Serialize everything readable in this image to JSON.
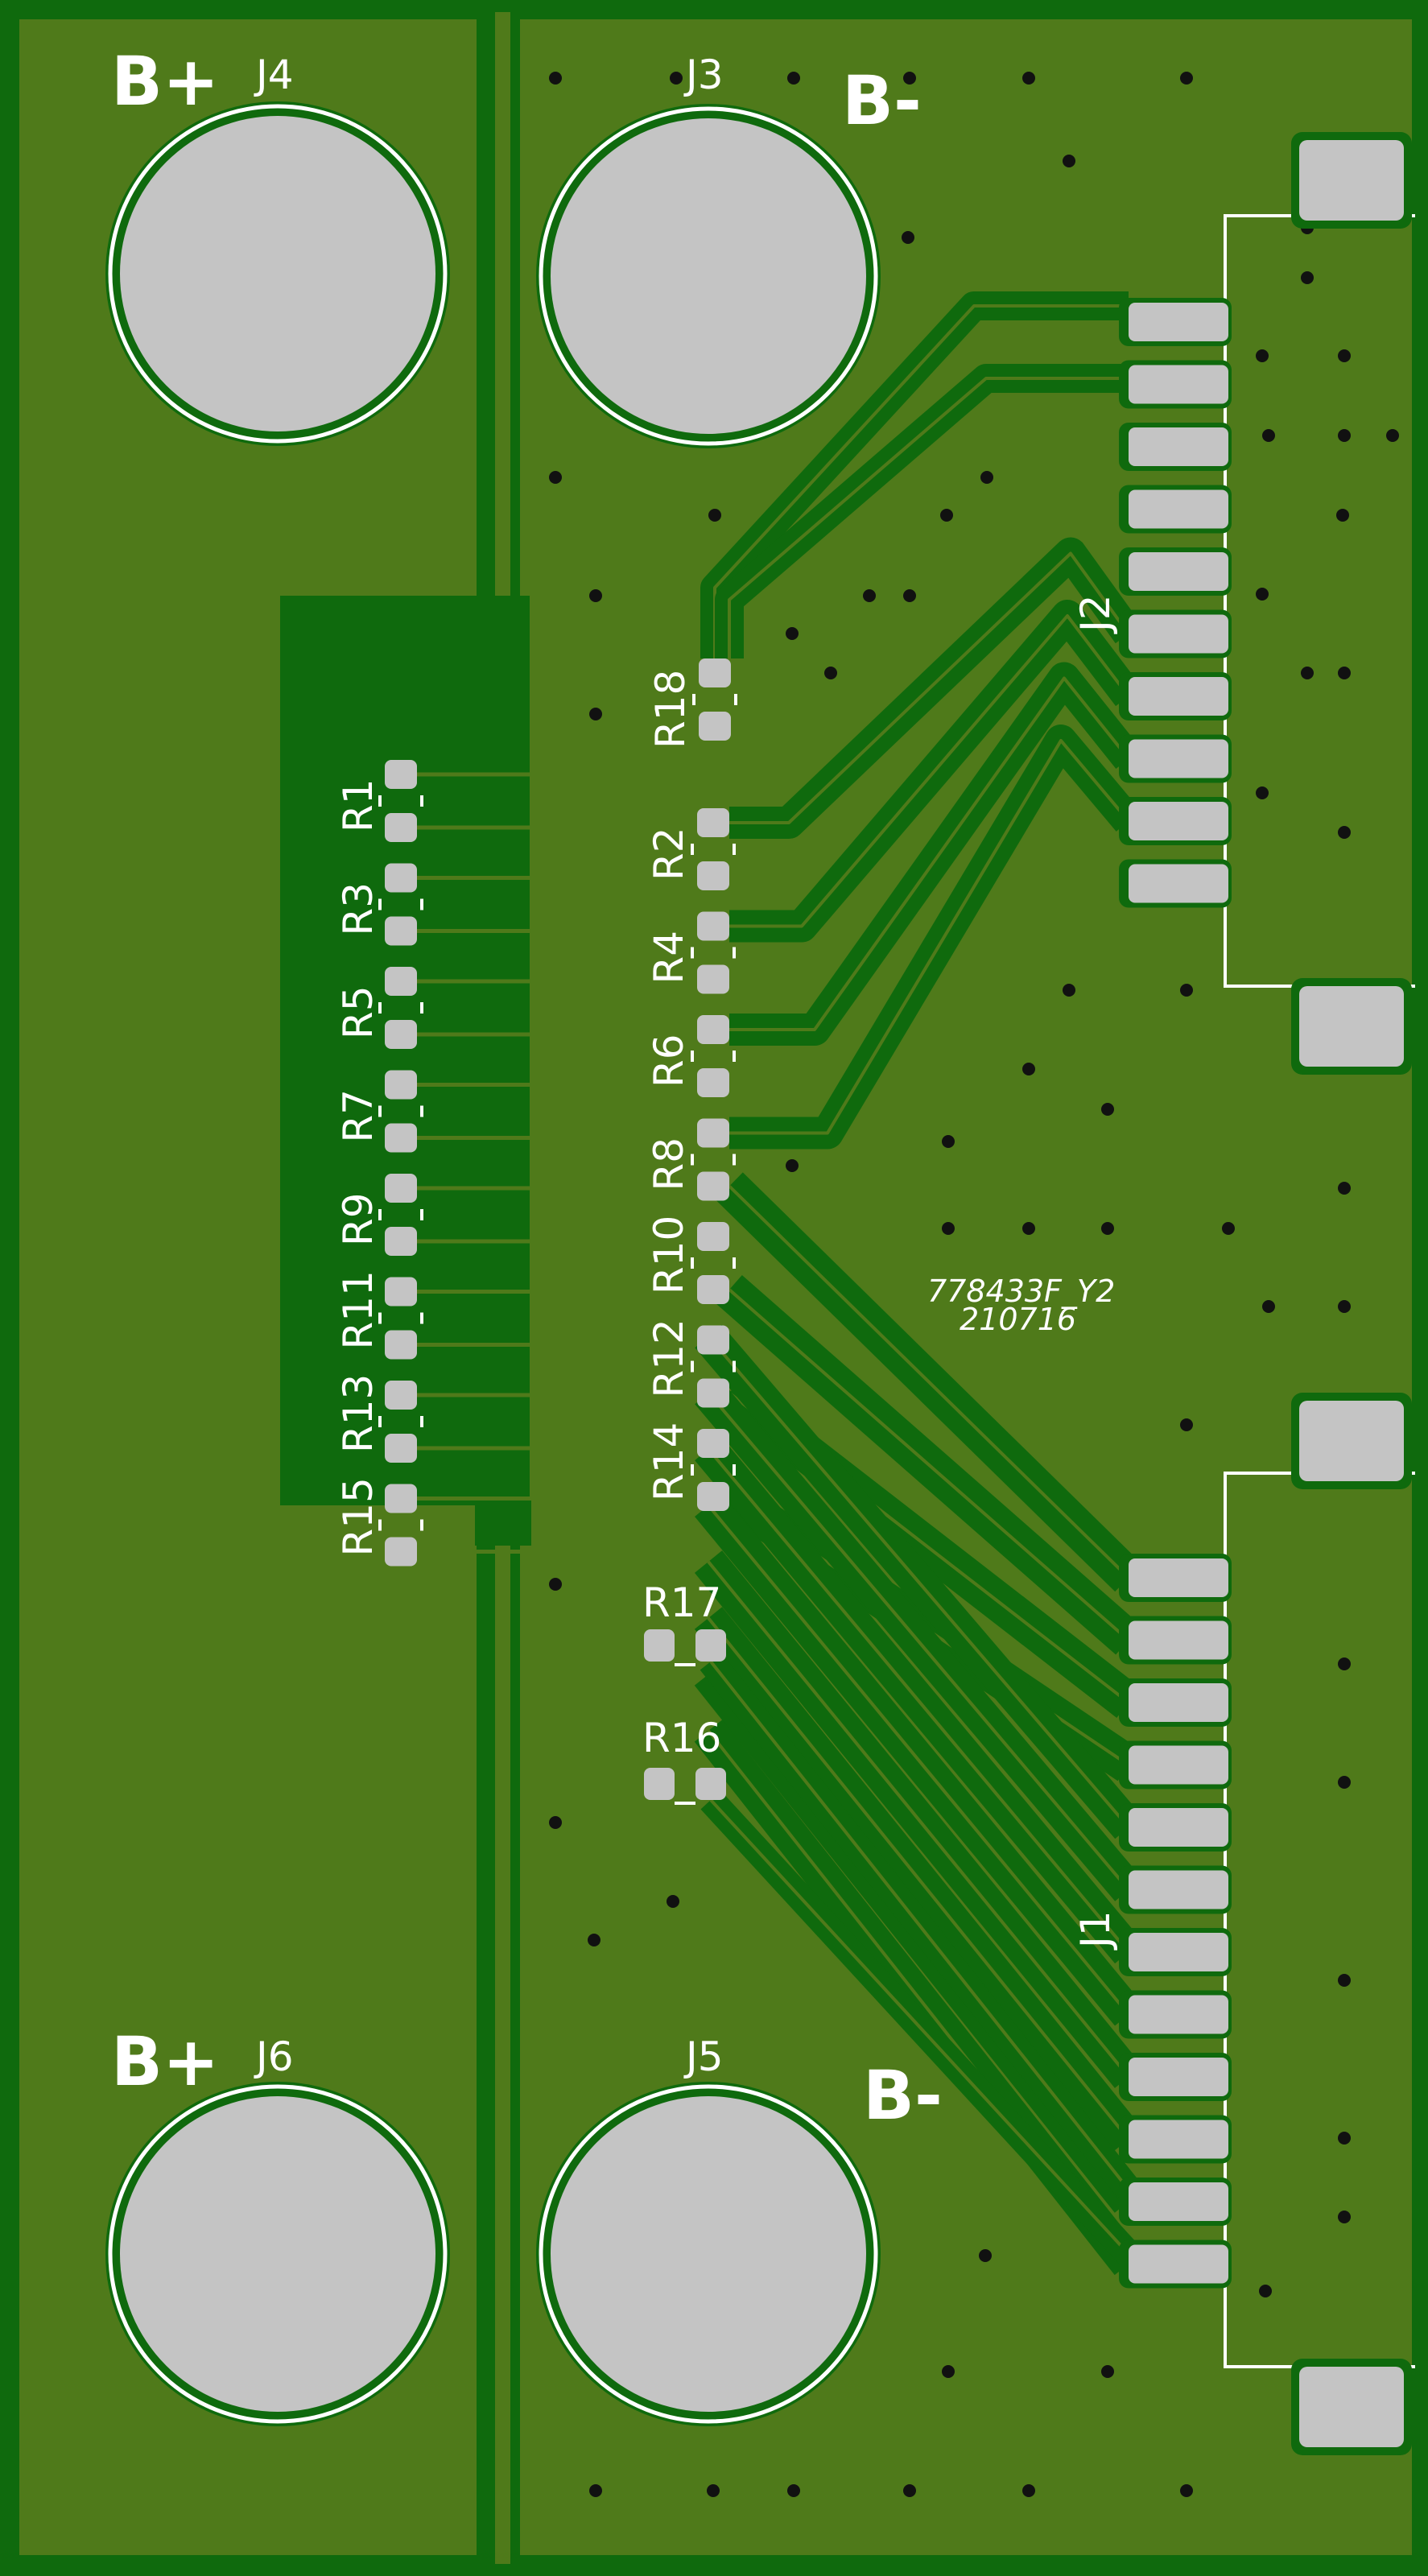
{
  "board": {
    "colors": {
      "substrate": "#4f7a1a",
      "copper": "#0f6a0d",
      "pad": "#c4c4c4",
      "silkscreen": "#ffffff",
      "via": "#111111"
    }
  },
  "labels": {
    "j4": "J4",
    "j3": "J3",
    "j6": "J6",
    "j5": "J5",
    "j1": "J1",
    "j2": "J2",
    "bplus_top": "B+",
    "bminus_top": "B-",
    "bplus_bottom": "B+",
    "bminus_bottom": "B-",
    "part_number": "778433F_Y2",
    "date_code": "210716"
  },
  "resistors_left": [
    "R1",
    "R3",
    "R5",
    "R7",
    "R9",
    "R11",
    "R13",
    "R15"
  ],
  "resistors_right": [
    "R2",
    "R4",
    "R6",
    "R8",
    "R10",
    "R12",
    "R14"
  ],
  "resistors_misc": {
    "r18": "R18",
    "r17": "R17",
    "r16": "R16"
  }
}
